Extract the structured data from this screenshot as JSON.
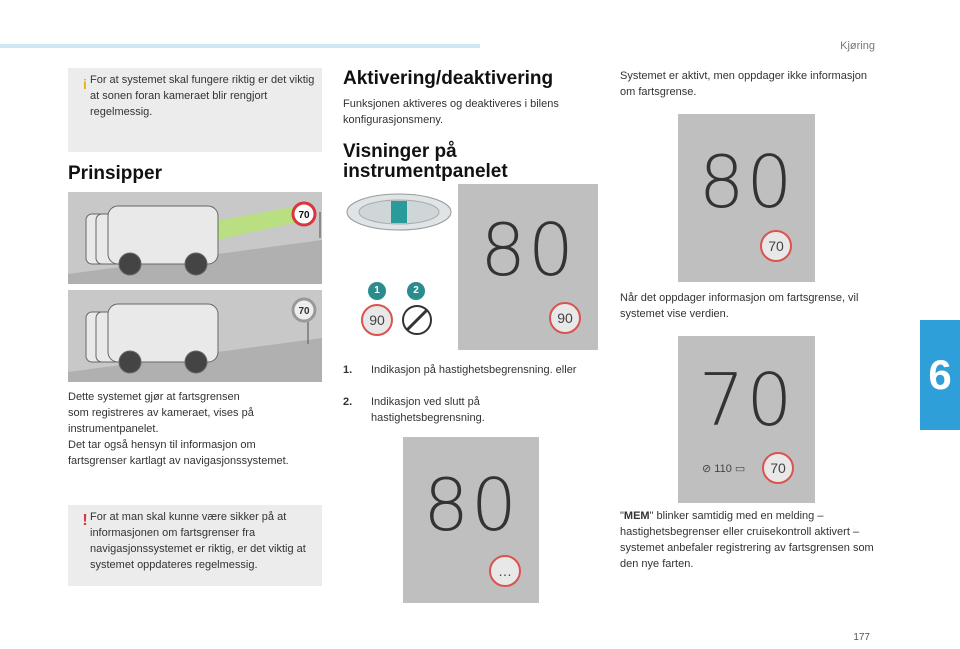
{
  "header": {
    "section": "Kjøring",
    "chapter": "6",
    "page_number": "177"
  },
  "left": {
    "info_note": "For at systemet skal fungere riktig er det viktig at sonen foran kameraet blir rengjort regelmessig.",
    "heading": "Prinsipper",
    "illustration_1": {
      "sign_value": "70"
    },
    "illustration_2": {
      "sign_value": "70"
    },
    "body_lines": [
      "Dette systemet gjør at fartsgrensen",
      "som registreres av kameraet, vises på",
      "instrumentpanelet.",
      "Det tar også hensyn til informasjon om",
      "fartsgrenser kartlagt av navigasjonssystemet."
    ],
    "warning_note": "For at man skal kunne være sikker på at informasjonen om fartsgrenser fra navigasjonssystemet er riktig, er det viktig at systemet oppdateres regelmessig."
  },
  "middle": {
    "heading1": "Aktivering/deaktivering",
    "body1": "Funksjonen aktiveres og deaktiveres i bilens konfigurasjonsmeny.",
    "heading2_line1": "Visninger på",
    "heading2_line2": "instrumentpanelet",
    "panel1": {
      "speed": "80",
      "limit": "90",
      "icon_limit": "90",
      "badge1": "1",
      "badge2": "2"
    },
    "list": [
      {
        "num": "1.",
        "text": "Indikasjon på hastighetsbegrensning. eller"
      },
      {
        "num": "2.",
        "text": "Indikasjon ved slutt på hastighetsbegrensning."
      }
    ],
    "panel2": {
      "speed": "80",
      "limit": "…"
    }
  },
  "right": {
    "body1": "Systemet er aktivt, men oppdager ikke informasjon om fartsgrense.",
    "panel1": {
      "speed": "80",
      "limit": "70"
    },
    "body2": "Når det oppdager informasjon om fartsgrense, vil systemet vise verdien.",
    "panel2": {
      "speed": "70",
      "limit": "70",
      "mem_speed": "110"
    },
    "mem_label": "MEM",
    "body3": " blinker samtidig med en melding – hastighetsbegrenser eller cruisekontroll aktivert – systemet anbefaler registrering av fartsgrensen som den nye farten."
  }
}
